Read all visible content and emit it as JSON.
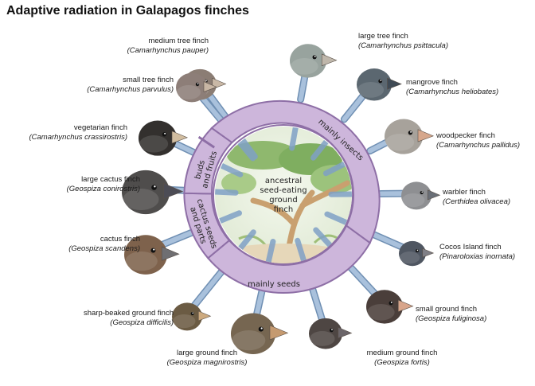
{
  "title": "Adaptive radiation in Galapagos finches",
  "center_label": [
    "ancestral",
    "seed-eating",
    "ground",
    "finch"
  ],
  "groups": {
    "insects": "mainly insects",
    "buds": [
      "buds",
      "and fruits"
    ],
    "cactus": [
      "cactus seeds",
      "and parts"
    ],
    "seeds": "mainly seeds"
  },
  "colors": {
    "ring": "#cdb6db",
    "ring_stroke": "#8e6fa6",
    "spokes": "#a9c1dc",
    "spoke_stroke": "#6f8fb3"
  },
  "finches": [
    {
      "common": "medium tree finch",
      "scientific": "(Camarhynchus pauper)"
    },
    {
      "common": "large tree finch",
      "scientific": "(Camarhynchus psittacula)"
    },
    {
      "common": "small tree finch",
      "scientific": "(Camarhynchus parvulus)"
    },
    {
      "common": "mangrove finch",
      "scientific": "(Camarhynchus heliobates)"
    },
    {
      "common": "vegetarian finch",
      "scientific": "(Camarhynchus crassirostris)"
    },
    {
      "common": "woodpecker finch",
      "scientific": "(Camarhynchus pallidus)"
    },
    {
      "common": "large cactus finch",
      "scientific": "(Geospiza conirostris)"
    },
    {
      "common": "warbler finch",
      "scientific": "(Certhidea olivacea)"
    },
    {
      "common": "cactus finch",
      "scientific": "(Geospiza scandens)"
    },
    {
      "common": "Cocos Island finch",
      "scientific": "(Pinaroloxias inornata)"
    },
    {
      "common": "sharp-beaked ground finch",
      "scientific": "(Geospiza difficilis)"
    },
    {
      "common": "small ground finch",
      "scientific": "(Geospiza fuliginosa)"
    },
    {
      "common": "large ground finch",
      "scientific": "(Geospiza magnirostris)"
    },
    {
      "common": "medium ground finch",
      "scientific": "(Geospiza fortis)"
    }
  ]
}
